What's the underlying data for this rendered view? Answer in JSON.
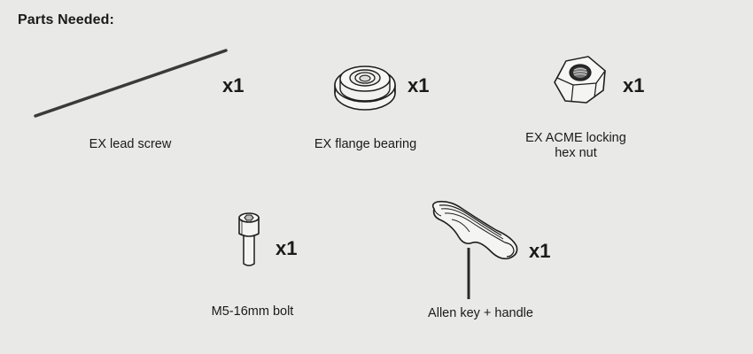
{
  "page": {
    "title": "Parts Needed:"
  },
  "parts": [
    {
      "icon": "lead-screw-icon",
      "label": "EX lead screw",
      "qty": "x1"
    },
    {
      "icon": "flange-bearing-icon",
      "label": "EX flange bearing",
      "qty": "x1"
    },
    {
      "icon": "hex-nut-icon",
      "label": "EX ACME locking\nhex nut",
      "qty": "x1"
    },
    {
      "icon": "bolt-icon",
      "label": "M5-16mm bolt",
      "qty": "x1"
    },
    {
      "icon": "allen-key-icon",
      "label": "Allen key + handle",
      "qty": "x1"
    }
  ]
}
